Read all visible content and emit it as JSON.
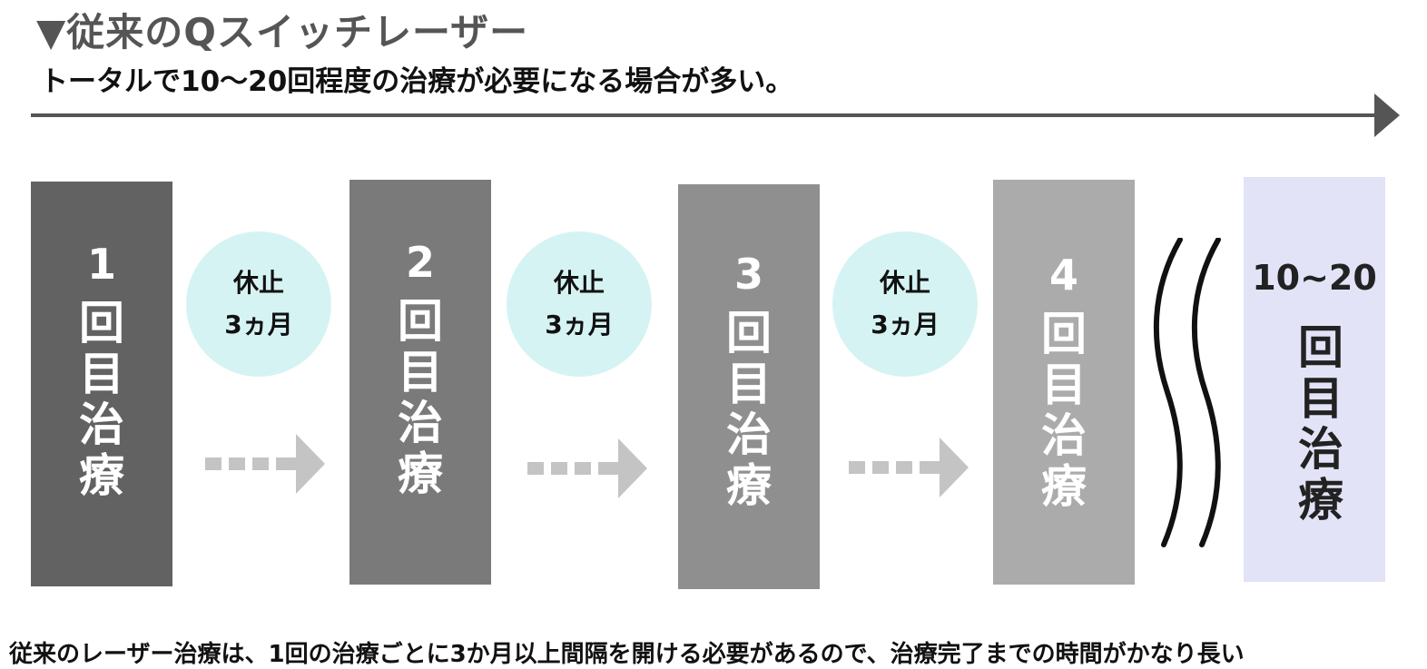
{
  "title": "▼従来のQスイッチレーザー",
  "subtitle": "トータルで10～20回程度の治療が必要になる場合が多い。",
  "steps": [
    {
      "num": "1",
      "label": "回目治療",
      "color": "#626262"
    },
    {
      "num": "2",
      "label": "回目治療",
      "color": "#7a7a7a"
    },
    {
      "num": "3",
      "label": "回目治療",
      "color": "#8f8f8f"
    },
    {
      "num": "4",
      "label": "回目治療",
      "color": "#ababab"
    }
  ],
  "pauses": [
    {
      "line1": "休止",
      "line2": "3ヵ月"
    },
    {
      "line1": "休止",
      "line2": "3ヵ月"
    },
    {
      "line1": "休止",
      "line2": "3ヵ月"
    }
  ],
  "final_step": {
    "num": "10~20",
    "label": "回目治療",
    "color": "#e2e3f7"
  },
  "footer": "従来のレーザー治療は、1回の治療ごとに3か月以上間隔を開ける必要があるので、治療完了までの時間がかなり長い"
}
